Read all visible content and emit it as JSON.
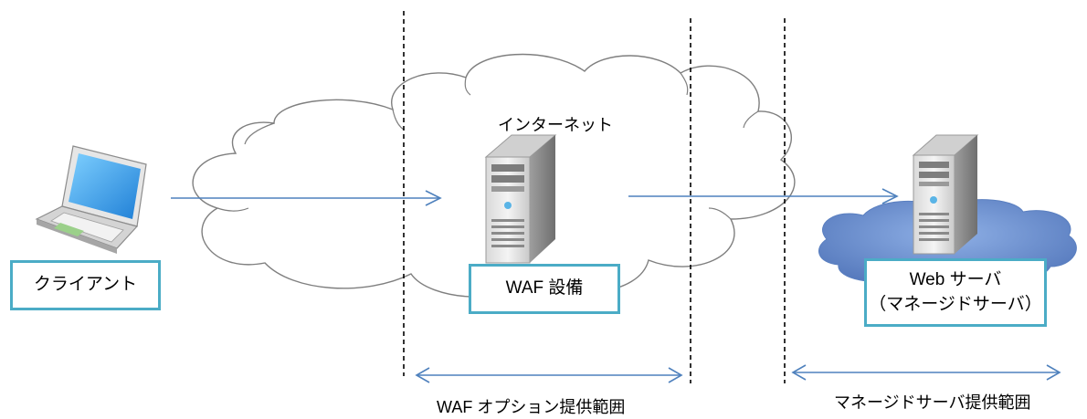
{
  "cloud_label": "インターネット",
  "client_box": {
    "label": "クライアント"
  },
  "waf_box": {
    "label": "WAF 設備"
  },
  "web_box": {
    "line1": "Web サーバ",
    "line2": "（マネージドサーバ）"
  },
  "ranges": {
    "waf_option": "WAF オプション提供範囲",
    "managed_server": "マネージドサーバ提供範囲"
  },
  "colors": {
    "box_border": "#4bacc6",
    "arrow": "#4f81bd",
    "cloud_stroke": "#7f7f7f",
    "blue_cloud": "#6b8fd0"
  },
  "icons": [
    "laptop-icon",
    "server-icon",
    "server-icon"
  ]
}
